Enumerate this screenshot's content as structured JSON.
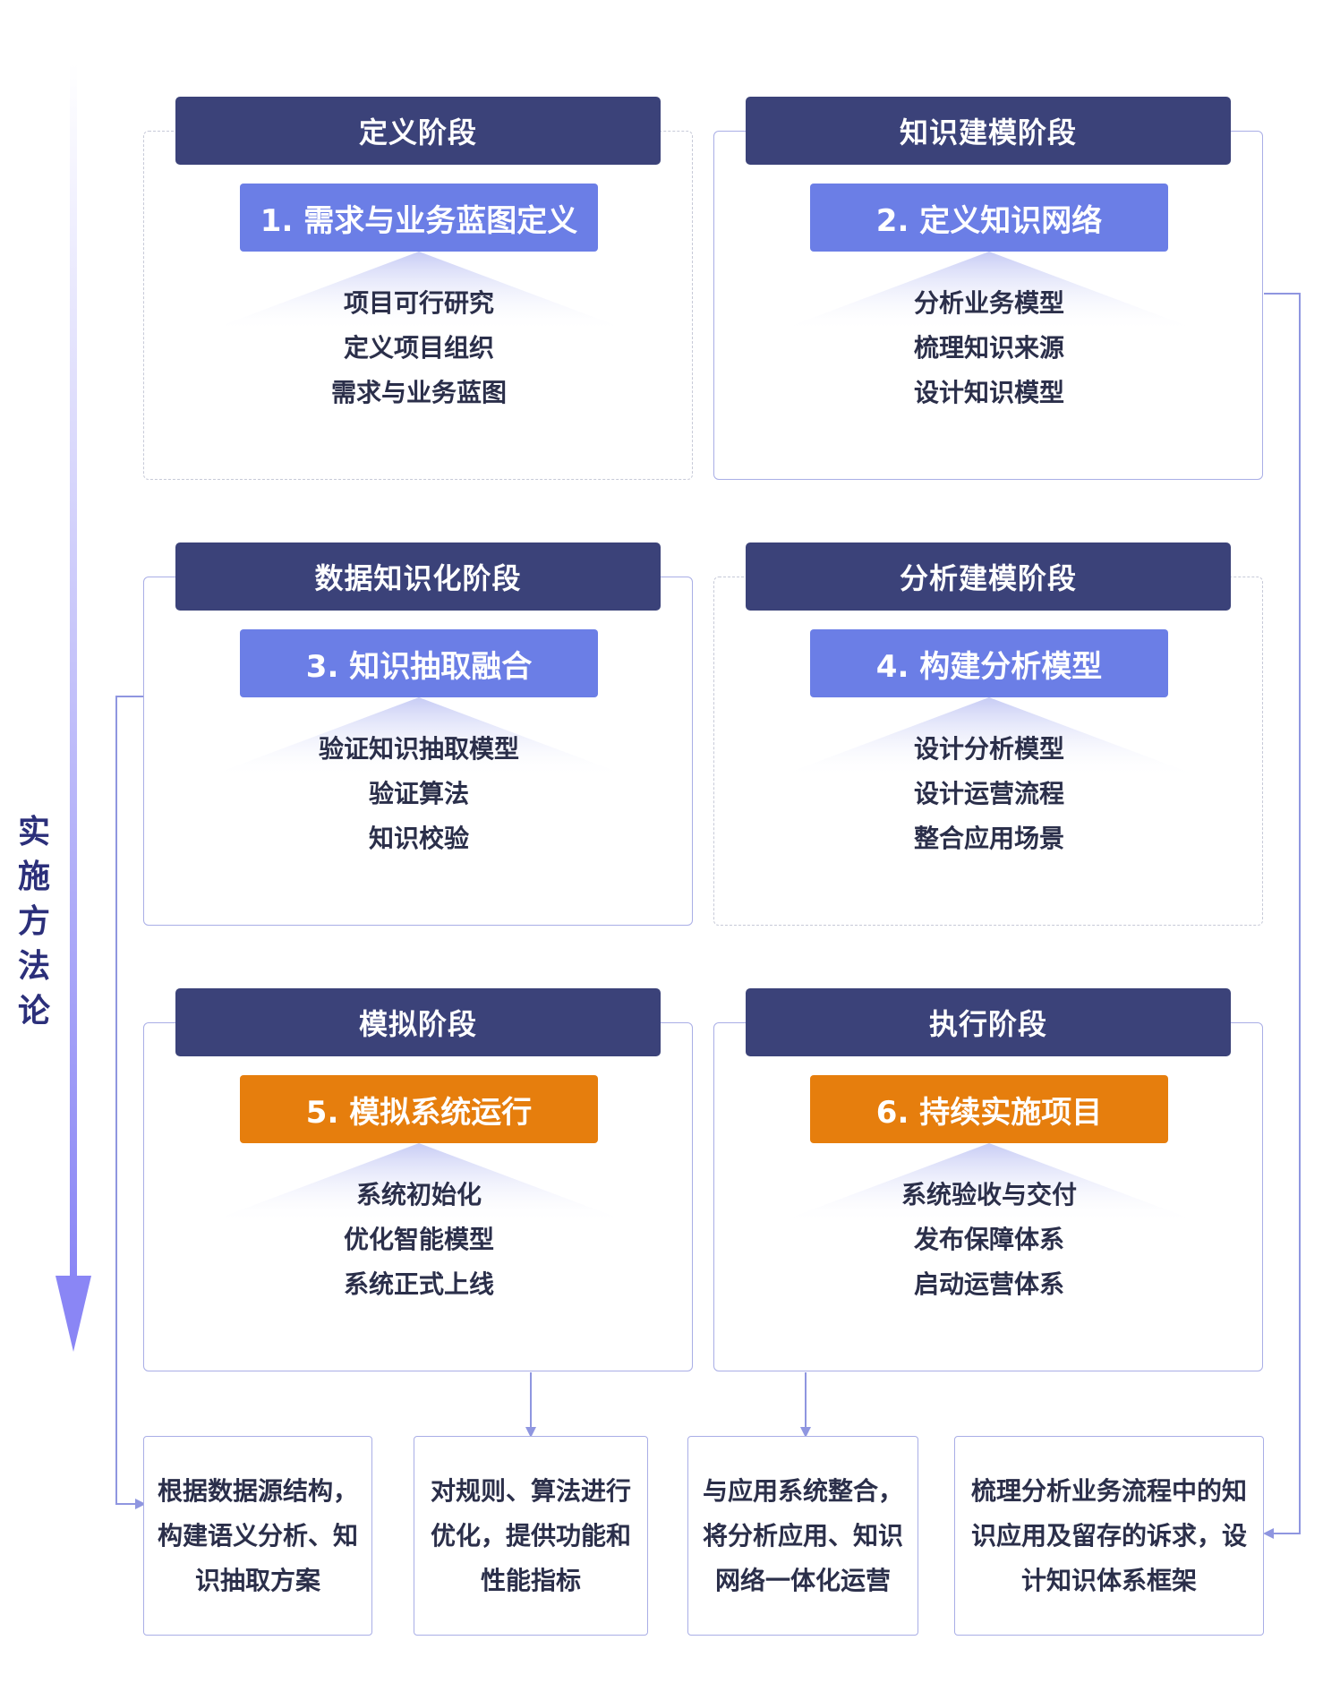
{
  "methodology_label": "实施方法论",
  "phases": [
    {
      "header": "定义阶段",
      "step": "1. 需求与业务蓝图定义",
      "step_color": "blue",
      "tasks": [
        "项目可行研究",
        "定义项目组织",
        "需求与业务蓝图"
      ]
    },
    {
      "header": "知识建模阶段",
      "step": "2. 定义知识网络",
      "step_color": "blue",
      "tasks": [
        "分析业务模型",
        "梳理知识来源",
        "设计知识模型"
      ]
    },
    {
      "header": "数据知识化阶段",
      "step": "3. 知识抽取融合",
      "step_color": "blue",
      "tasks": [
        "验证知识抽取模型",
        "验证算法",
        "知识校验"
      ]
    },
    {
      "header": "分析建模阶段",
      "step": "4. 构建分析模型",
      "step_color": "blue",
      "tasks": [
        "设计分析模型",
        "设计运营流程",
        "整合应用场景"
      ]
    },
    {
      "header": "模拟阶段",
      "step": "5. 模拟系统运行",
      "step_color": "orange",
      "tasks": [
        "系统初始化",
        "优化智能模型",
        "系统正式上线"
      ]
    },
    {
      "header": "执行阶段",
      "step": "6. 持续实施项目",
      "step_color": "orange",
      "tasks": [
        "系统验收与交付",
        "发布保障体系",
        "启动运营体系"
      ]
    }
  ],
  "outcomes": [
    {
      "text": "根据数据源结构，\n构建语义分析、知\n识抽取方案"
    },
    {
      "text": "对规则、算法进行\n优化，提供功能和\n性能指标"
    },
    {
      "text": "与应用系统整合，\n将分析应用、知识\n网络一体化运营"
    },
    {
      "text": "梳理分析业务流程中的知\n识应用及留存的诉求，设\n计知识体系框架"
    }
  ],
  "colors": {
    "header_bg": "#3b4279",
    "step_blue": "#6b7ee6",
    "step_orange": "#e67e0d",
    "border": "#a9aee6",
    "connector": "#8f96e0",
    "arrow_main": "#8a86f5"
  }
}
